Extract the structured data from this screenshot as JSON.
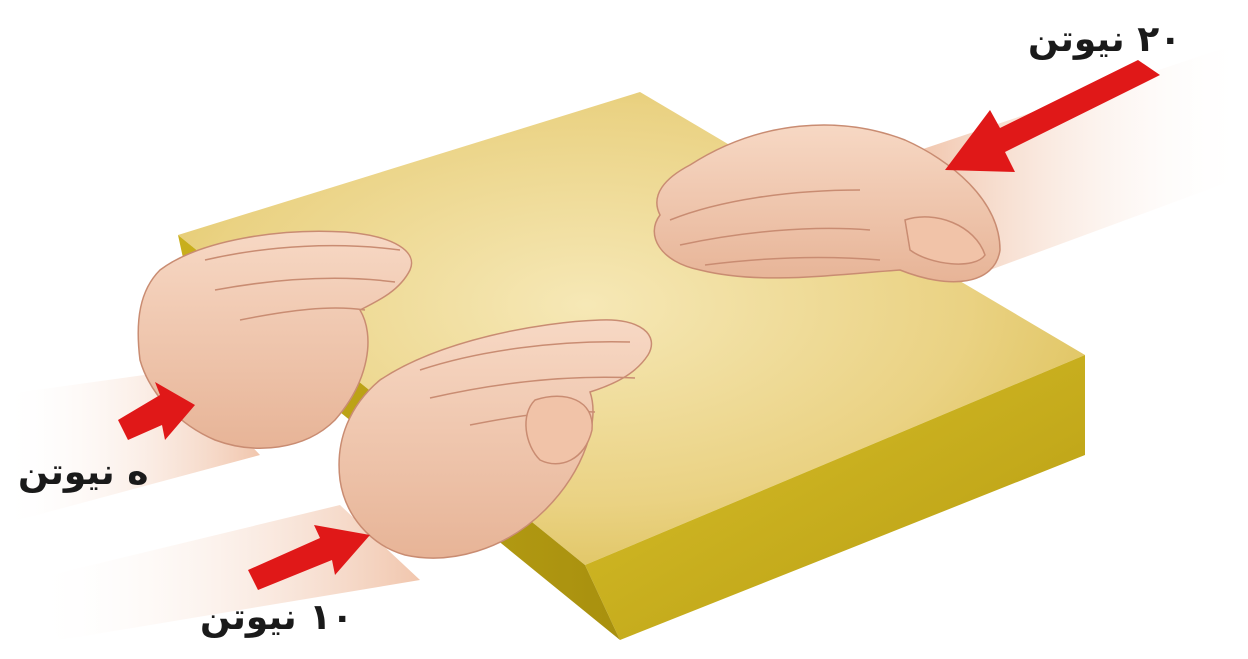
{
  "forces": {
    "top_right": {
      "label": "۲۰ نیوتن",
      "value": 20
    },
    "left": {
      "label": "ه نیوتن",
      "value": 5
    },
    "bottom": {
      "label": "۱۰ نیوتن",
      "value": 10
    }
  },
  "colors": {
    "block_top": "#e8d27a",
    "block_front": "#c9b21f",
    "block_side": "#b89c14",
    "skin": "#f2c9b0",
    "skin_shadow": "#d99c80",
    "arrow": "#e01818",
    "background": "#ffffff"
  }
}
